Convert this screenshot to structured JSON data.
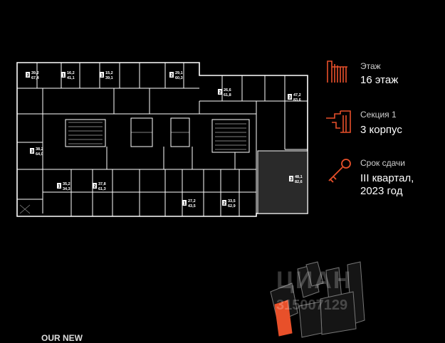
{
  "floor": {
    "label": "Этаж",
    "value": "16 этаж"
  },
  "section": {
    "label": "Секция 1",
    "value": "3 корпус"
  },
  "delivery": {
    "label": "Срок сдачи",
    "value_line1": "III квартал,",
    "value_line2": "2023 год"
  },
  "colors": {
    "accent": "#e8502a",
    "wall": "#ffffff",
    "background": "#000000",
    "highlight_unit": "#2a2a2a"
  },
  "icons": {
    "floor": "floor-icon",
    "section": "section-icon",
    "delivery": "key-icon"
  },
  "units": [
    {
      "id": "u1",
      "rooms": "3",
      "area": "39,2",
      "total": "67,4"
    },
    {
      "id": "u2",
      "rooms": "1",
      "area": "16,2",
      "total": "41,1"
    },
    {
      "id": "u3",
      "rooms": "1",
      "area": "15,2",
      "total": "39,1"
    },
    {
      "id": "u4",
      "rooms": "2",
      "area": "29,1",
      "total": "60,3"
    },
    {
      "id": "u5",
      "rooms": "2",
      "area": "26,6",
      "total": "61,8"
    },
    {
      "id": "u6",
      "rooms": "3",
      "area": "47,2",
      "total": "83,6"
    },
    {
      "id": "u7",
      "rooms": "3",
      "area": "38,2",
      "total": "64,0"
    },
    {
      "id": "u8",
      "rooms": "1",
      "area": "35,2",
      "total": "34,3"
    },
    {
      "id": "u9",
      "rooms": "2",
      "area": "37,8",
      "total": "61,3"
    },
    {
      "id": "u10",
      "rooms": "1",
      "area": "27,2",
      "total": "43,5"
    },
    {
      "id": "u11",
      "rooms": "2",
      "area": "33,5",
      "total": "62,9"
    },
    {
      "id": "u12",
      "rooms": "3",
      "area": "48,1",
      "total": "82,6"
    }
  ],
  "watermark": {
    "brand": "ЦИАН",
    "phone": "315007129"
  },
  "footer": {
    "brand": "OUR NEW"
  }
}
